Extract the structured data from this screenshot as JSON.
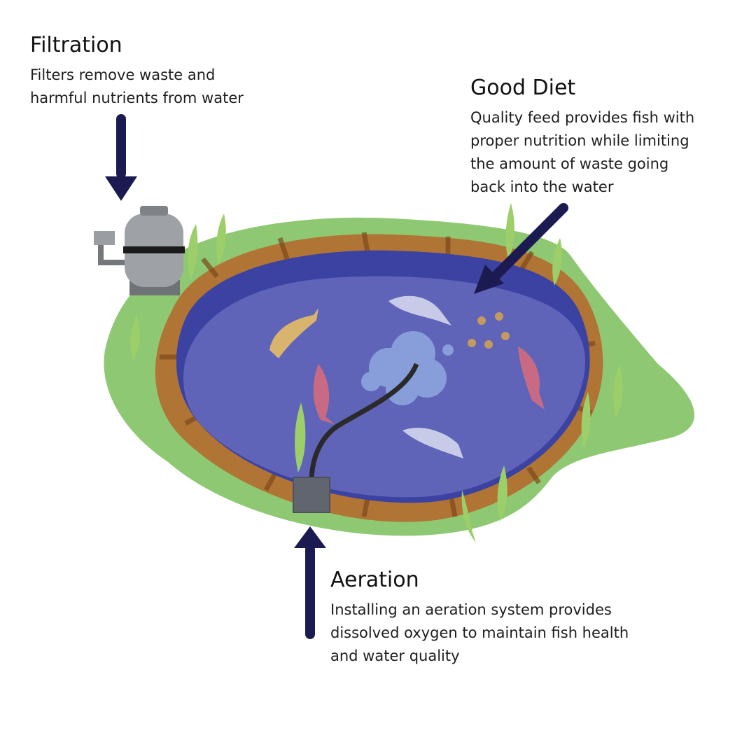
{
  "callouts": {
    "filtration": {
      "title": "Filtration",
      "desc": [
        "Filters remove waste and",
        "harmful nutrients from water"
      ]
    },
    "diet": {
      "title": "Good Diet",
      "desc": [
        "Quality feed provides fish with",
        "proper nutrition while limiting",
        "the amount of waste going",
        "back into the water"
      ]
    },
    "aeration": {
      "title": "Aeration",
      "desc": [
        "Installing an aeration system provides",
        "dissolved oxygen to maintain fish health",
        "and water quality"
      ]
    }
  },
  "colors": {
    "grass": "#8ec86f",
    "pond_rim": "#a8692f",
    "water": "#5b5fb5",
    "water_deep": "#3d43a0",
    "arrow": "#1a1a4e",
    "equipment": "#8c8f94"
  },
  "icons": [
    "pond-filter-icon",
    "aerator-box-icon",
    "koi-fish-icon",
    "feed-pellets-icon",
    "air-bubbles-icon",
    "grass-blade-icon"
  ]
}
